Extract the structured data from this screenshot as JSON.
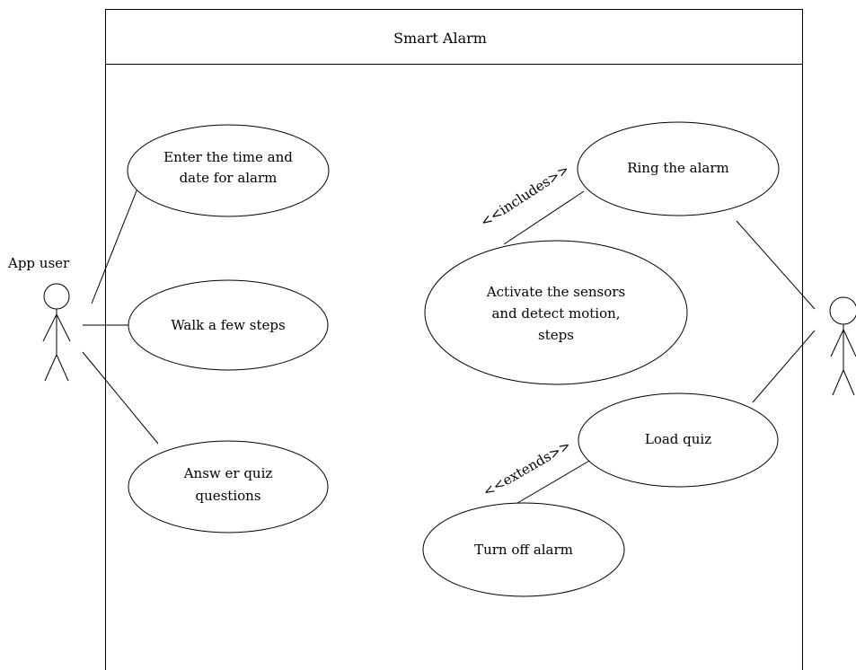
{
  "system": {
    "title": "Smart Alarm"
  },
  "actors": {
    "app_user": {
      "label": "App user"
    },
    "right_actor": {
      "label": ""
    }
  },
  "use_cases": {
    "enter_time": {
      "lines": [
        "Enter the time and",
        "date for alarm"
      ]
    },
    "walk_steps": {
      "lines": [
        "Walk a few  steps"
      ]
    },
    "answer_quiz": {
      "lines": [
        "Answ er quiz",
        "questions"
      ]
    },
    "ring_alarm": {
      "lines": [
        "Ring the alarm"
      ]
    },
    "activate_sensors": {
      "lines": [
        "Activate the sensors",
        "and detect motion,",
        "steps"
      ]
    },
    "load_quiz": {
      "lines": [
        "Load quiz"
      ]
    },
    "turn_off": {
      "lines": [
        "Turn off alarm"
      ]
    }
  },
  "relations": {
    "includes": "<<includes>>",
    "extends": "<<extends>>"
  },
  "colors": {
    "stroke": "#000000",
    "fill": "#ffffff"
  }
}
